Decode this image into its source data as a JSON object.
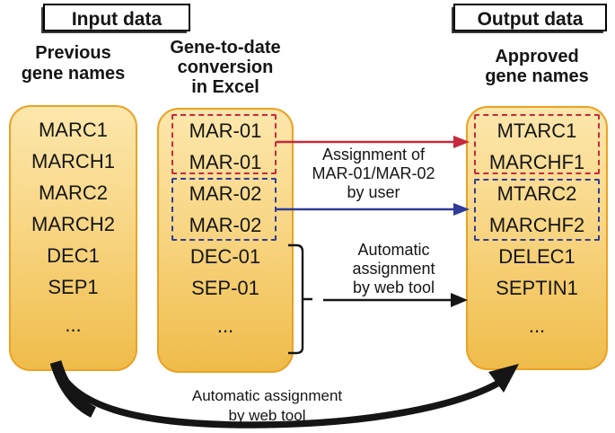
{
  "title_labels": {
    "input": "Input data",
    "output": "Output data"
  },
  "columns": {
    "previous": {
      "heading": "Previous\ngene names",
      "items": [
        "MARC1",
        "MARCH1",
        "MARC2",
        "MARCH2",
        "DEC1",
        "SEP1",
        "..."
      ]
    },
    "excel": {
      "heading": "Gene-to-date\nconversion\nin Excel",
      "items": [
        "MAR-01",
        "MAR-01",
        "MAR-02",
        "MAR-02",
        "DEC-01",
        "SEP-01",
        "..."
      ]
    },
    "approved": {
      "heading": "Approved\ngene names",
      "items": [
        "MTARC1",
        "MARCHF1",
        "MTARC2",
        "MARCHF2",
        "DELEC1",
        "SEPTIN1",
        "..."
      ]
    }
  },
  "annotations": {
    "user_assignment": "Assignment of\nMAR-01/MAR-02\nby user",
    "auto_assignment_mid": "Automatic\nassignment\nby web tool",
    "auto_assignment_bottom": "Automatic assignment\nby web tool"
  },
  "colors": {
    "red": "#C62A3C",
    "blue": "#2F3D96",
    "black": "#151515",
    "box_border": "#EBA224",
    "box_fill_top": "#FCE7AC",
    "box_fill_bottom": "#EFBC4A"
  }
}
